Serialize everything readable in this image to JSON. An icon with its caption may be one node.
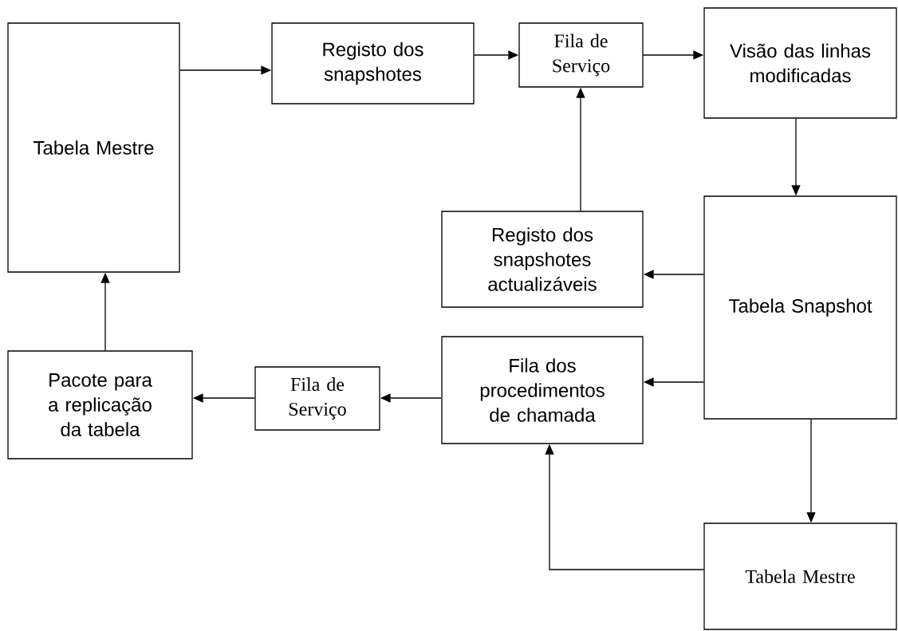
{
  "diagram": {
    "nodes": [
      {
        "text": [
          "Tabela Mestre"
        ]
      },
      {
        "text": [
          "Registo dos snapshotes"
        ]
      },
      {
        "text": [
          "Fila de Serviço"
        ]
      },
      {
        "text": [
          "Visão das linhas modificadas"
        ]
      },
      {
        "text": [
          "Registo dos snapshotes actualizáveis"
        ]
      },
      {
        "text": [
          "Tabela Snapshot"
        ]
      },
      {
        "text": [
          "Pacote para a replicação da tabela"
        ]
      },
      {
        "text": [
          "Fila de Serviço"
        ]
      },
      {
        "text": [
          "Fila dos procedimentos de chamada"
        ]
      },
      {
        "text": [
          "Tabela Mestre"
        ]
      }
    ],
    "edges": [
      {
        "from": 0,
        "to": 1,
        "arrow": "to"
      },
      {
        "from": 1,
        "to": 2,
        "arrow": "to"
      },
      {
        "from": 2,
        "to": 3,
        "arrow": "to"
      },
      {
        "from": 4,
        "to": 2,
        "arrow": "to"
      },
      {
        "from": 3,
        "to": 5,
        "arrow": "to"
      },
      {
        "from": 5,
        "to": 4,
        "arrow": "to"
      },
      {
        "from": 5,
        "to": 8,
        "arrow": "to"
      },
      {
        "from": 8,
        "to": 7,
        "arrow": "to"
      },
      {
        "from": 7,
        "to": 6,
        "arrow": "to"
      },
      {
        "from": 6,
        "to": 0,
        "arrow": "to"
      },
      {
        "from": 5,
        "to": 9,
        "arrow": "to"
      },
      {
        "from": 9,
        "to": 8,
        "arrow": "to"
      }
    ]
  }
}
